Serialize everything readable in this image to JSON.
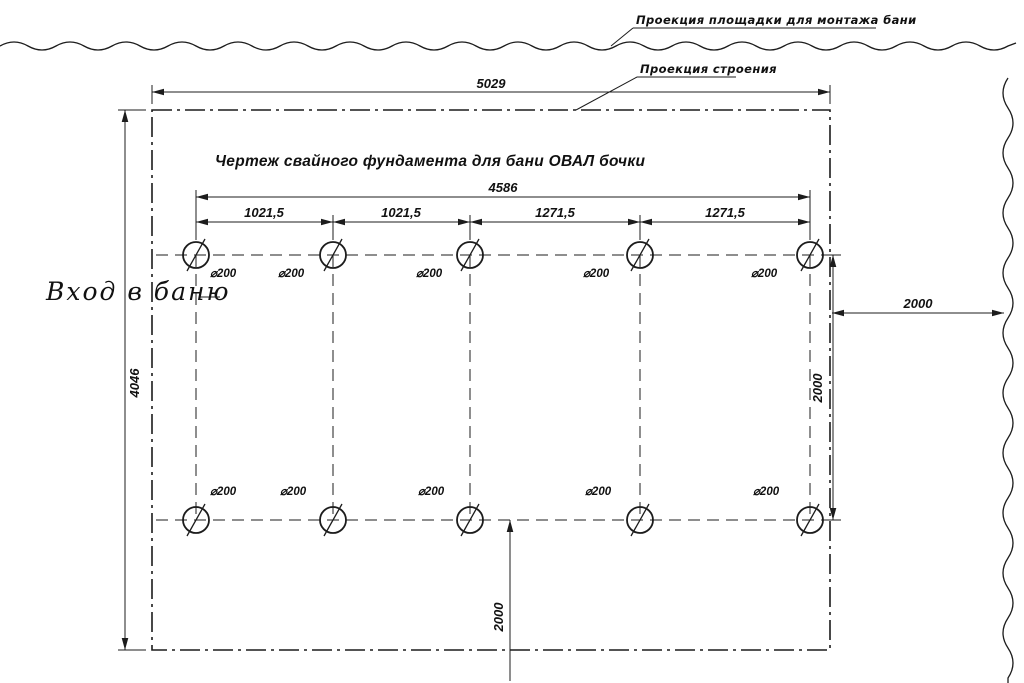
{
  "drawing": {
    "title": "Чертеж свайного фундамента для бани ОВАЛ бочки",
    "annotations": {
      "platform": "Проекция площадки для монтажа бани",
      "structure": "Проекция строения",
      "entrance": "Вход в баню"
    },
    "dimensions": {
      "overall_width": "5029",
      "overall_height": "4046",
      "pile_span": "4586",
      "spacings": [
        "1021,5",
        "1021,5",
        "1271,5",
        "1271,5"
      ],
      "row_spacing": "2000",
      "offset_right": "2000",
      "offset_bottom": "2000"
    },
    "pile": {
      "diameter_label": "⌀200",
      "count": 10
    }
  }
}
